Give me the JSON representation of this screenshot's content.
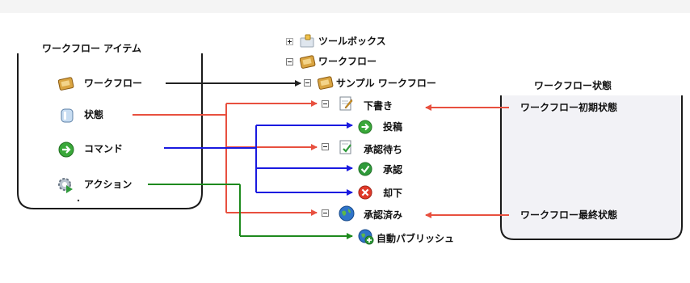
{
  "legend_panel": {
    "title": "ワークフロー アイテム",
    "items": [
      {
        "icon": "workflow-icon",
        "label": "ワークフロー"
      },
      {
        "icon": "state-icon",
        "label": "状態"
      },
      {
        "icon": "command-icon",
        "label": "コマンド"
      },
      {
        "icon": "action-icon",
        "label": "アクション"
      }
    ]
  },
  "tree": {
    "toolbox": "ツールボックス",
    "workflow": "ワークフロー",
    "sample_workflow": "サンプル ワークフロー",
    "draft": "下書き",
    "submit": "投稿",
    "awaiting_approval": "承認待ち",
    "approve": "承認",
    "reject": "却下",
    "approved": "承認済み",
    "auto_publish": "自動パブリッシュ"
  },
  "states_panel": {
    "title": "ワークフロー状態",
    "initial": "ワークフロー初期状態",
    "final": "ワークフロー最終状態"
  },
  "colors": {
    "workflow_arrow": "#222222",
    "state_arrow": "#e8503f",
    "command_arrow": "#1a1ae0",
    "action_arrow": "#1e8a1e",
    "panel_border": "#1a1a1a",
    "states_panel_bg": "#f2f2f6"
  }
}
